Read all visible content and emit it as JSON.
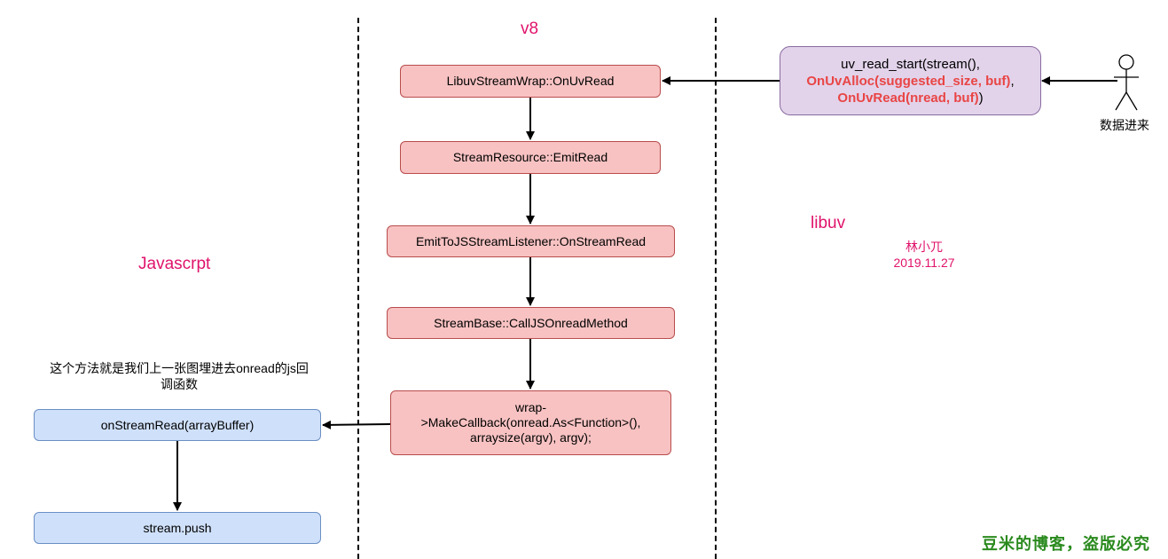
{
  "sections": {
    "v8": "v8",
    "libuv": "libuv",
    "javascript": "Javascrpt"
  },
  "v8_boxes": {
    "on_uv_read": "LibuvStreamWrap::OnUvRead",
    "emit_read": "StreamResource::EmitRead",
    "on_stream_read": "EmitToJSStreamListener::OnStreamRead",
    "call_js_onread": "StreamBase::CallJSOnreadMethod",
    "make_callback_line1": "wrap-",
    "make_callback_line2": ">MakeCallback(onread.As<Function>(),",
    "make_callback_line3": "arraysize(argv), argv);"
  },
  "libuv_box": {
    "line1": "uv_read_start(stream(),",
    "alloc": "OnUvAlloc(suggested_size, buf)",
    "alloc_suffix": ",",
    "read": "OnUvRead(nread, buf)",
    "read_suffix": ")"
  },
  "actor": {
    "label": "数据进来"
  },
  "author": {
    "name": "林小兀",
    "date": "2019.11.27"
  },
  "js": {
    "note_line1": "这个方法就是我们上一张图埋进去onread的js回",
    "note_line2": "调函数",
    "on_stream_read": "onStreamRead(arrayBuffer)",
    "stream_push": "stream.push"
  },
  "watermark": "豆米的博客，盗版必究",
  "colors": {
    "accent_label": "#e0136b",
    "v8_box_fill": "#f8c2c2",
    "js_box_fill": "#cfe0fa",
    "libuv_box_fill": "#e2d3ea",
    "highlight_text": "#e94545",
    "watermark": "#2a8a1e"
  }
}
